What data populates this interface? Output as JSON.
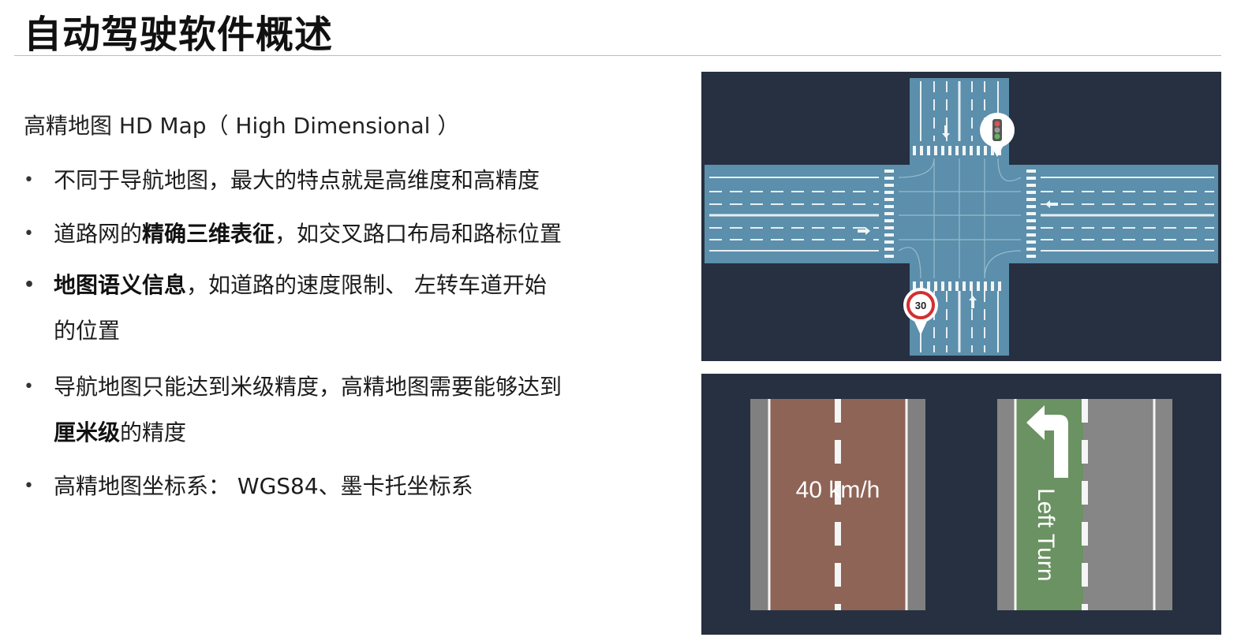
{
  "title": "自动驾驶软件概述",
  "subtitle": "高精地图 HD Map（ High Dimensional ）",
  "bullets": [
    {
      "prefix": "",
      "bold": "",
      "suffix": "不同于导航地图，最大的特点就是高维度和高精度"
    },
    {
      "prefix": "道路网的",
      "bold": "精确三维表征",
      "suffix": "，如交叉路口布局和路标位置"
    },
    {
      "prefix": "",
      "bold": "地图语义信息",
      "suffix": "，如道路的速度限制、 左转车道开始",
      "line2": "的位置"
    },
    {
      "prefix": "导航地图只能达到米级精度，高精地图需要能够达到",
      "bold": "",
      "suffix": "",
      "line2_bold": "厘米级",
      "line2": "的精度"
    },
    {
      "prefix": "",
      "bold": "",
      "suffix": "高精地图坐标系： WGS84、墨卡托坐标系"
    }
  ],
  "bullet_symbol": "•",
  "figure_top": {
    "speed_sign": "30",
    "icons": [
      "traffic-light-icon",
      "speed-limit-pin-icon"
    ]
  },
  "figure_bottom": {
    "left_lane_text": "40 km/h",
    "right_lane_text": "Left Turn"
  },
  "colors": {
    "panel_bg": "#263040",
    "road": "#5b8fac",
    "speed_lane": "#8e6456",
    "turn_lane": "#6b9262",
    "gray_lane": "#868686"
  },
  "footer": {
    "logo_text": ""
  }
}
